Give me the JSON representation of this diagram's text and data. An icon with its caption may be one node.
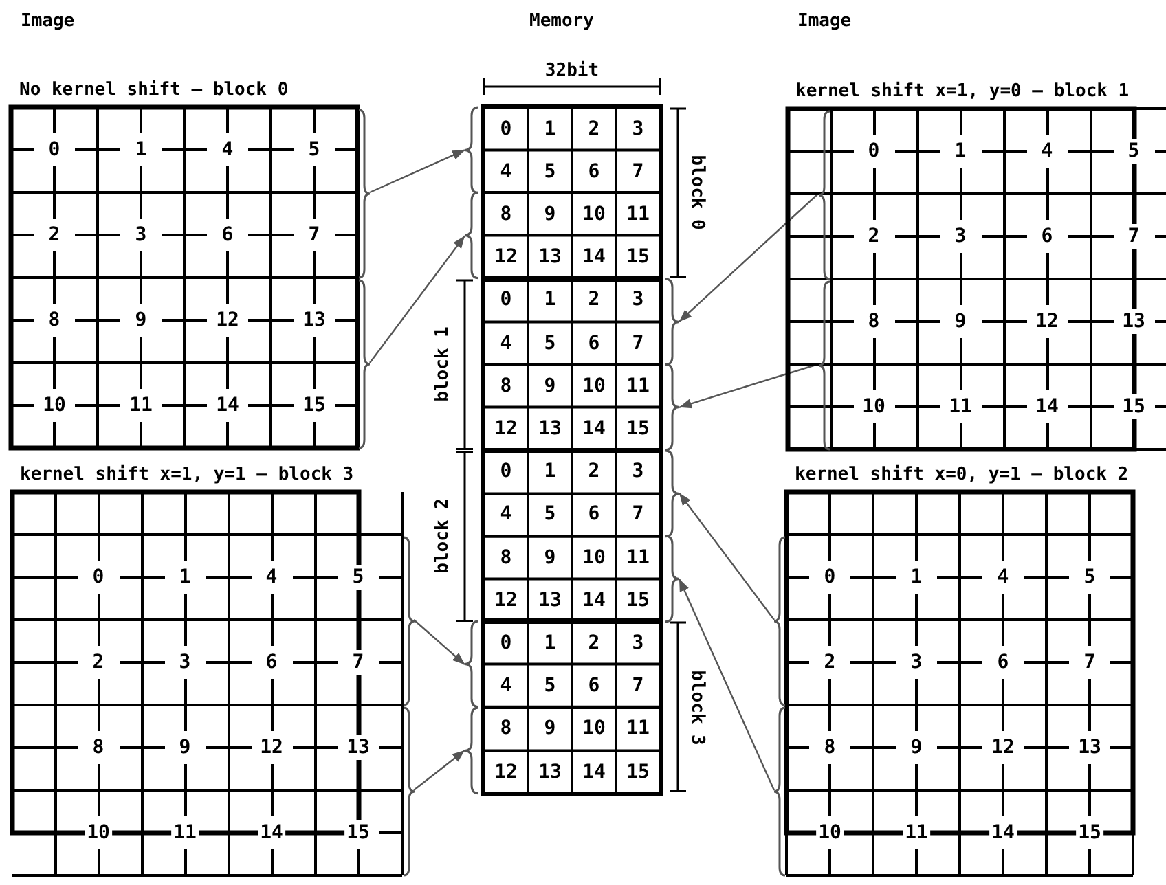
{
  "diagram": {
    "nodes": [
      {
        "text": [
          "No kernel shift – block 0"
        ]
      },
      {
        "text": [
          "0",
          "1",
          "4",
          "5",
          "2",
          "3",
          "6",
          "7"
        ],
        "in": 0
      },
      {
        "text": [
          "8",
          "9",
          "12",
          "13",
          "10",
          "11",
          "14",
          "15"
        ],
        "in": 0
      },
      {
        "text": [],
        "shape": "box",
        "beside": [
          "block 0"
        ]
      },
      {
        "text": [
          "0",
          "1",
          "2",
          "3",
          "4",
          "5",
          "6",
          "7"
        ],
        "in": 3
      },
      {
        "text": [
          "8",
          "9",
          "10",
          "11",
          "12",
          "13",
          "14",
          "15"
        ],
        "in": 3
      },
      {
        "text": [],
        "shape": "box",
        "beside": [
          "block 1"
        ]
      },
      {
        "text": [
          "0",
          "1",
          "2",
          "3",
          "4",
          "5",
          "6",
          "7"
        ],
        "in": 6
      },
      {
        "text": [
          "8",
          "9",
          "10",
          "11",
          "12",
          "13",
          "14",
          "15"
        ],
        "in": 6
      },
      {
        "text": [],
        "shape": "box",
        "beside": [
          "block 2"
        ]
      },
      {
        "text": [
          "0",
          "1",
          "2",
          "3",
          "4",
          "5",
          "6",
          "7"
        ],
        "in": 9
      },
      {
        "text": [
          "8",
          "9",
          "10",
          "11",
          "12",
          "13",
          "14",
          "15"
        ],
        "in": 9
      },
      {
        "text": [],
        "shape": "box",
        "beside": [
          "block 3"
        ]
      },
      {
        "text": [
          "0",
          "1",
          "2",
          "3",
          "4",
          "5",
          "6",
          "7"
        ],
        "in": 12
      },
      {
        "text": [
          "8",
          "9",
          "10",
          "11",
          "12",
          "13",
          "14",
          "15"
        ],
        "in": 12
      },
      {
        "text": [
          "kernel shift x=1, y=0 – block 1"
        ]
      },
      {
        "text": [
          "0",
          "1",
          "4",
          "5",
          "2",
          "3",
          "6",
          "7"
        ],
        "in": 15
      },
      {
        "text": [
          "8",
          "9",
          "12",
          "13",
          "10",
          "11",
          "14",
          "15"
        ],
        "in": 15
      },
      {
        "text": [
          "kernel shift x=1, y=1 – block 3"
        ]
      },
      {
        "text": [
          "0",
          "1",
          "4",
          "5",
          "2",
          "3",
          "6",
          "7"
        ],
        "in": 18
      },
      {
        "text": [
          "8",
          "9",
          "12",
          "13",
          "10",
          "11",
          "14",
          "15"
        ],
        "in": 18
      },
      {
        "text": [
          "kernel shift x=0, y=1 – block 2"
        ]
      },
      {
        "text": [
          "0",
          "1",
          "4",
          "5",
          "2",
          "3",
          "6",
          "7"
        ],
        "in": 21
      },
      {
        "text": [
          "8",
          "9",
          "12",
          "13",
          "10",
          "11",
          "14",
          "15"
        ],
        "in": 21
      }
    ],
    "edges": [
      {
        "from": 1,
        "to": 4,
        "arrow": "to"
      },
      {
        "from": 2,
        "to": 5,
        "arrow": "to"
      },
      {
        "from": 16,
        "to": 7,
        "arrow": "to"
      },
      {
        "from": 17,
        "to": 8,
        "arrow": "to"
      },
      {
        "from": 22,
        "to": 10,
        "arrow": "to"
      },
      {
        "from": 23,
        "to": 11,
        "arrow": "to"
      },
      {
        "from": 19,
        "to": 13,
        "arrow": "to"
      },
      {
        "from": 20,
        "to": 14,
        "arrow": "to"
      }
    ],
    "labels": [
      "Image",
      "Memory",
      "Image",
      "32bit"
    ]
  }
}
